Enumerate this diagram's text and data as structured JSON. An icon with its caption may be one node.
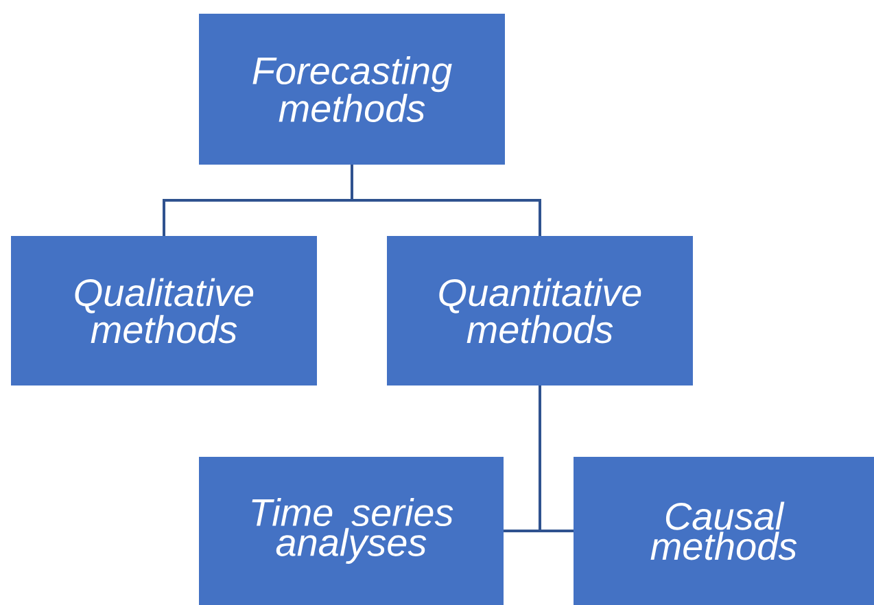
{
  "diagram": {
    "nodes": [
      {
        "text": [
          "Forecasting methods"
        ]
      },
      {
        "text": [
          "Qualitative methods"
        ]
      },
      {
        "text": [
          "Quantitative methods"
        ]
      },
      {
        "text": [
          "Time series analyses"
        ]
      },
      {
        "text": [
          "Causal methods"
        ]
      }
    ],
    "edges": [
      {
        "from": 0,
        "to": 1,
        "arrow": "none"
      },
      {
        "from": 0,
        "to": 2,
        "arrow": "none"
      },
      {
        "from": 2,
        "to": 3,
        "arrow": "none"
      },
      {
        "from": 2,
        "to": 4,
        "arrow": "none"
      }
    ]
  }
}
